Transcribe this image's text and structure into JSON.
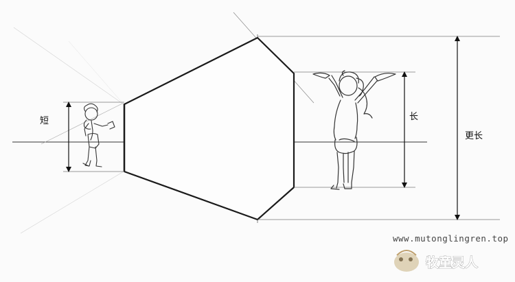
{
  "labels": {
    "short": "短",
    "long": "长",
    "longer": "更长"
  },
  "watermark": {
    "url": "www.mutonglingren.top",
    "name": "牧童灵人"
  },
  "colors": {
    "line": "#1a1a1a",
    "guide": "#9a9a9a",
    "sketch": "#333333"
  }
}
